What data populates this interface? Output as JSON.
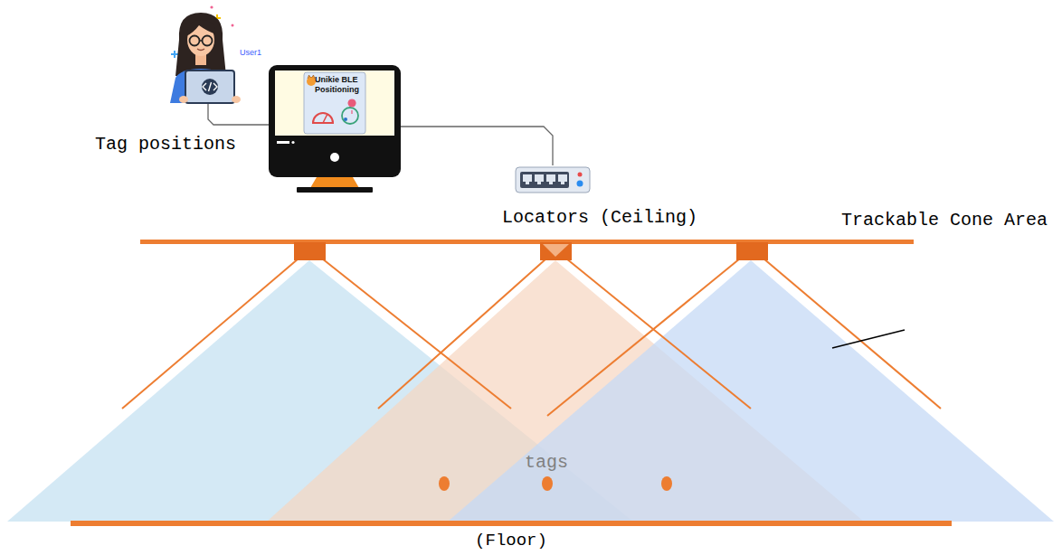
{
  "diagram": {
    "nodes": [
      {
        "text": [
          "User1"
        ]
      },
      {
        "text": [
          "Unikie BLE Positioning"
        ]
      },
      {
        "text": [
          "Locators (Ceiling)"
        ]
      }
    ],
    "edges": [
      {
        "from": 0,
        "to": 1,
        "label": "Tag positions",
        "arrow": "none"
      },
      {
        "from": 1,
        "to": 2,
        "arrow": "none"
      }
    ],
    "labels": [
      "Trackable Cone Area",
      "tags",
      "(Floor)"
    ]
  }
}
